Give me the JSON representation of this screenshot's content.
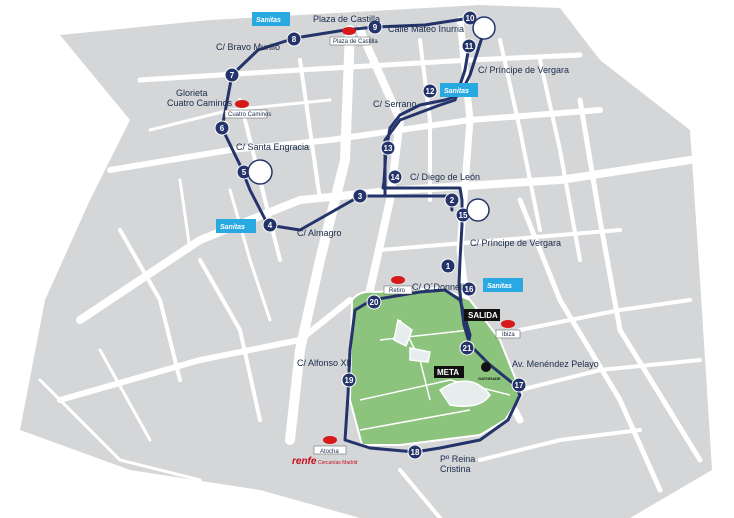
{
  "colors": {
    "background": "#ffffff",
    "block": "#d4d6d8",
    "street": "#ffffff",
    "park": "#8cc37d",
    "route": "#24346b",
    "sponsor": "#29a9e1",
    "metro": "#d7191c",
    "renfe": "#c40d1e",
    "tag": "#111111"
  },
  "streets": [
    {
      "id": "plaza-castilla",
      "text": "Plaza de Castilla"
    },
    {
      "id": "mateo-inurria",
      "text": "Calle Mateo Inurria"
    },
    {
      "id": "bravo-murillo",
      "text": "C/ Bravo Murillo"
    },
    {
      "id": "principe-vergara-n",
      "text": "C/ Príncipe de Vergara"
    },
    {
      "id": "glorieta-1",
      "text": "Glorieta"
    },
    {
      "id": "glorieta-2",
      "text": "Cuatro Caminos"
    },
    {
      "id": "serrano",
      "text": "C/ Serrano"
    },
    {
      "id": "santa-engracia",
      "text": "C/ Santa Engracia"
    },
    {
      "id": "diego-leon",
      "text": "C/ Diego de León"
    },
    {
      "id": "almagro",
      "text": "C/ Almagro"
    },
    {
      "id": "principe-vergara-s",
      "text": "C/ Príncipe de Vergara"
    },
    {
      "id": "odonnell",
      "text": "C/ O´Donnell"
    },
    {
      "id": "menendez-pelayo",
      "text": "Av. Menéndez Pelayo"
    },
    {
      "id": "alfonso-xii",
      "text": "C/ Alfonso XII"
    },
    {
      "id": "reina-cristina-1",
      "text": "Pº Reina"
    },
    {
      "id": "reina-cristina-2",
      "text": "Cristina"
    }
  ],
  "stations": [
    {
      "id": "plaza-castilla",
      "text": "Plaza de Castilla"
    },
    {
      "id": "cuatro-caminos",
      "text": "Cuatro Caminos"
    },
    {
      "id": "retiro",
      "text": "Retiro"
    },
    {
      "id": "ibiza",
      "text": "Ibiza"
    },
    {
      "id": "atocha",
      "text": "Atocha"
    }
  ],
  "renfe": {
    "brand": "renfe",
    "sub": "Cercanías Madrid"
  },
  "sponsor": {
    "text": "Sanitas"
  },
  "tags": {
    "start": "SALIDA",
    "finish": "META"
  },
  "km_markers": [
    "1",
    "2",
    "3",
    "4",
    "5",
    "6",
    "7",
    "8",
    "9",
    "10",
    "11",
    "12",
    "13",
    "14",
    "15",
    "16",
    "17",
    "18",
    "19",
    "20",
    "21"
  ],
  "brand_logo": "GATORADE"
}
